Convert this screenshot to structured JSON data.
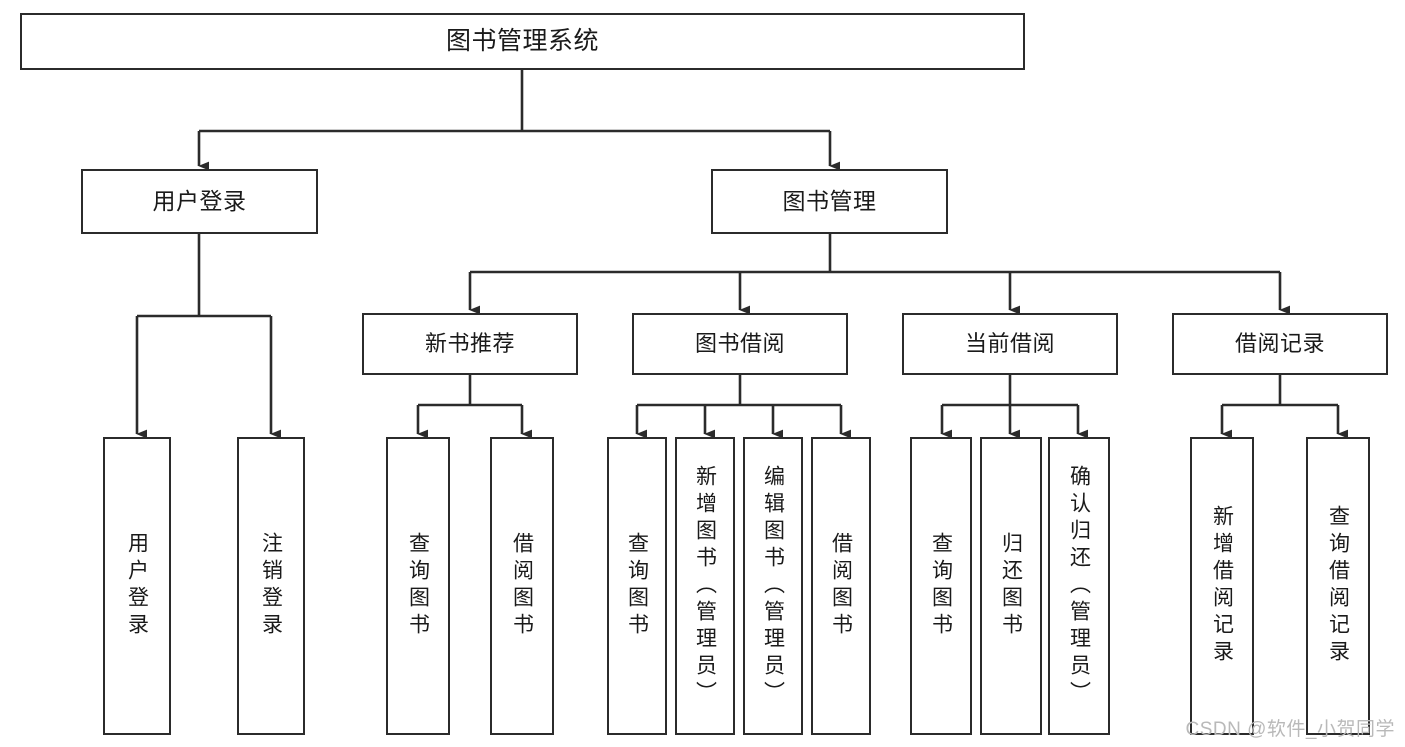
{
  "diagram": {
    "title": "图书管理系统",
    "type": "hierarchy-tree",
    "root": {
      "label": "图书管理系统"
    },
    "level2": [
      {
        "label": "用户登录"
      },
      {
        "label": "图书管理"
      }
    ],
    "level3": [
      {
        "label": "新书推荐"
      },
      {
        "label": "图书借阅"
      },
      {
        "label": "当前借阅"
      },
      {
        "label": "借阅记录"
      }
    ],
    "leaves": {
      "user_login": [
        {
          "label": "用户登录"
        },
        {
          "label": "注销登录"
        }
      ],
      "new_book_recommend": [
        {
          "label": "查询图书"
        },
        {
          "label": "借阅图书"
        }
      ],
      "book_borrow": [
        {
          "label": "查询图书"
        },
        {
          "label": "新增图书（管理员）"
        },
        {
          "label": "编辑图书（管理员）"
        },
        {
          "label": "借阅图书"
        }
      ],
      "current_borrow": [
        {
          "label": "查询图书"
        },
        {
          "label": "归还图书"
        },
        {
          "label": "确认归还（管理员）"
        }
      ],
      "borrow_record": [
        {
          "label": "新增借阅记录"
        },
        {
          "label": "查询借阅记录"
        }
      ]
    }
  },
  "watermark": {
    "text": "CSDN @软件_小贺同学"
  },
  "colors": {
    "border": "#2b2b2b",
    "text": "#1a1a1a",
    "background": "#ffffff",
    "watermark": "#b9b9b9"
  }
}
